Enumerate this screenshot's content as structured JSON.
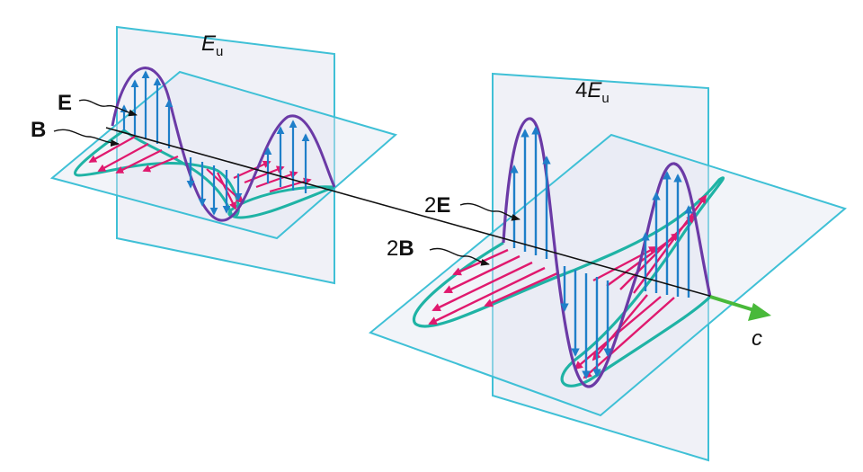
{
  "labels": {
    "small_wave_energy": "E",
    "small_wave_energy_sub": "u",
    "large_wave_energy_prefix": "4",
    "large_wave_energy": "E",
    "large_wave_energy_sub": "u",
    "small_E": "E",
    "small_B": "B",
    "large_E_prefix": "2",
    "large_E": "E",
    "large_B_prefix": "2",
    "large_B": "B",
    "speed": "c"
  },
  "colors": {
    "plane_stroke": "#3fc0d6",
    "plane_fill": "#e3e6f1",
    "e_wave_outline": "#6b3aa6",
    "e_arrows": "#1f7fc9",
    "b_wave_outline": "#1fb3a5",
    "b_arrows": "#e0196e",
    "axis": "#111111",
    "speed_arrow": "#49b93a"
  }
}
